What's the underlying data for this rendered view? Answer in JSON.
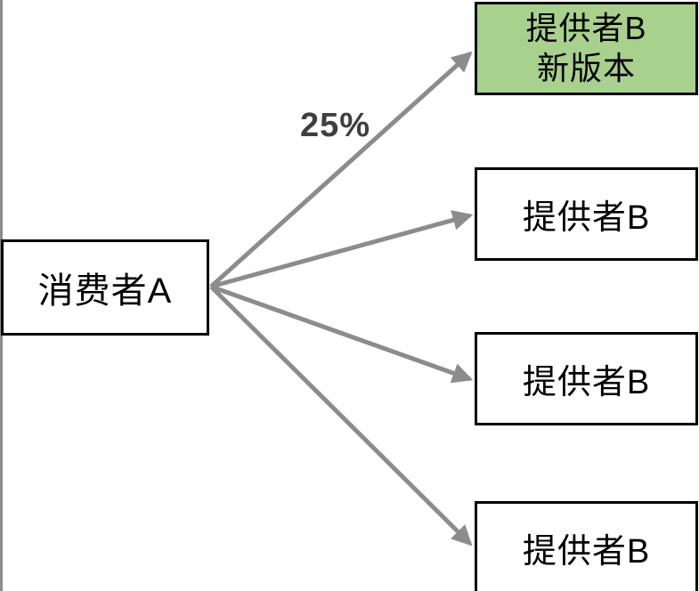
{
  "diagram": {
    "consumer": {
      "label": "消费者A"
    },
    "providers": [
      {
        "line1": "提供者B",
        "line2": "新版本",
        "highlighted": true
      },
      {
        "line1": "提供者B",
        "highlighted": false
      },
      {
        "line1": "提供者B",
        "highlighted": false
      },
      {
        "line1": "提供者B",
        "highlighted": false
      }
    ],
    "traffic_percentage_label": "25%",
    "colors": {
      "highlight_green": "#A9D18E",
      "arrow_gray": "#8C8C8C",
      "node_border": "#000000",
      "traffic_label_color": "#3F3F3F",
      "background": "#FFFFFF"
    }
  }
}
